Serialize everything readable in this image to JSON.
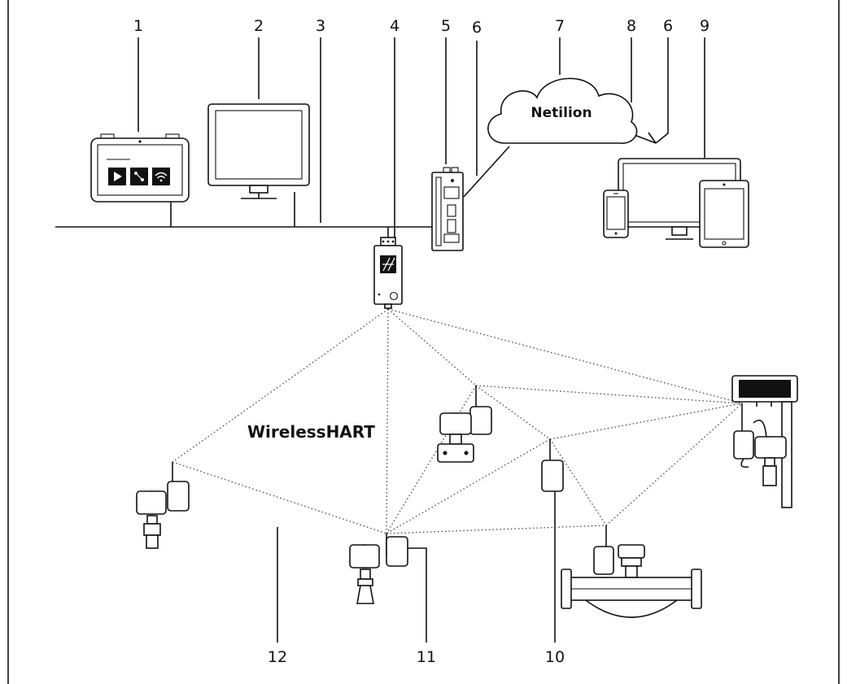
{
  "callouts": [
    "1",
    "2",
    "3",
    "4",
    "5",
    "6",
    "7",
    "8",
    "6",
    "9",
    "10",
    "11",
    "12"
  ],
  "cloud_label": "Netilion",
  "network_label": "WirelessHART",
  "icons": {
    "tablet": "rugged-tablet-icon",
    "monitor": "desktop-monitor-icon",
    "gateway": "wirelesshart-gateway-icon",
    "edge": "edge-device-icon",
    "cloud": "cloud-icon",
    "devices": "smartphone-pc-tablet-icon",
    "adapter": "wireless-adapter-icon"
  }
}
